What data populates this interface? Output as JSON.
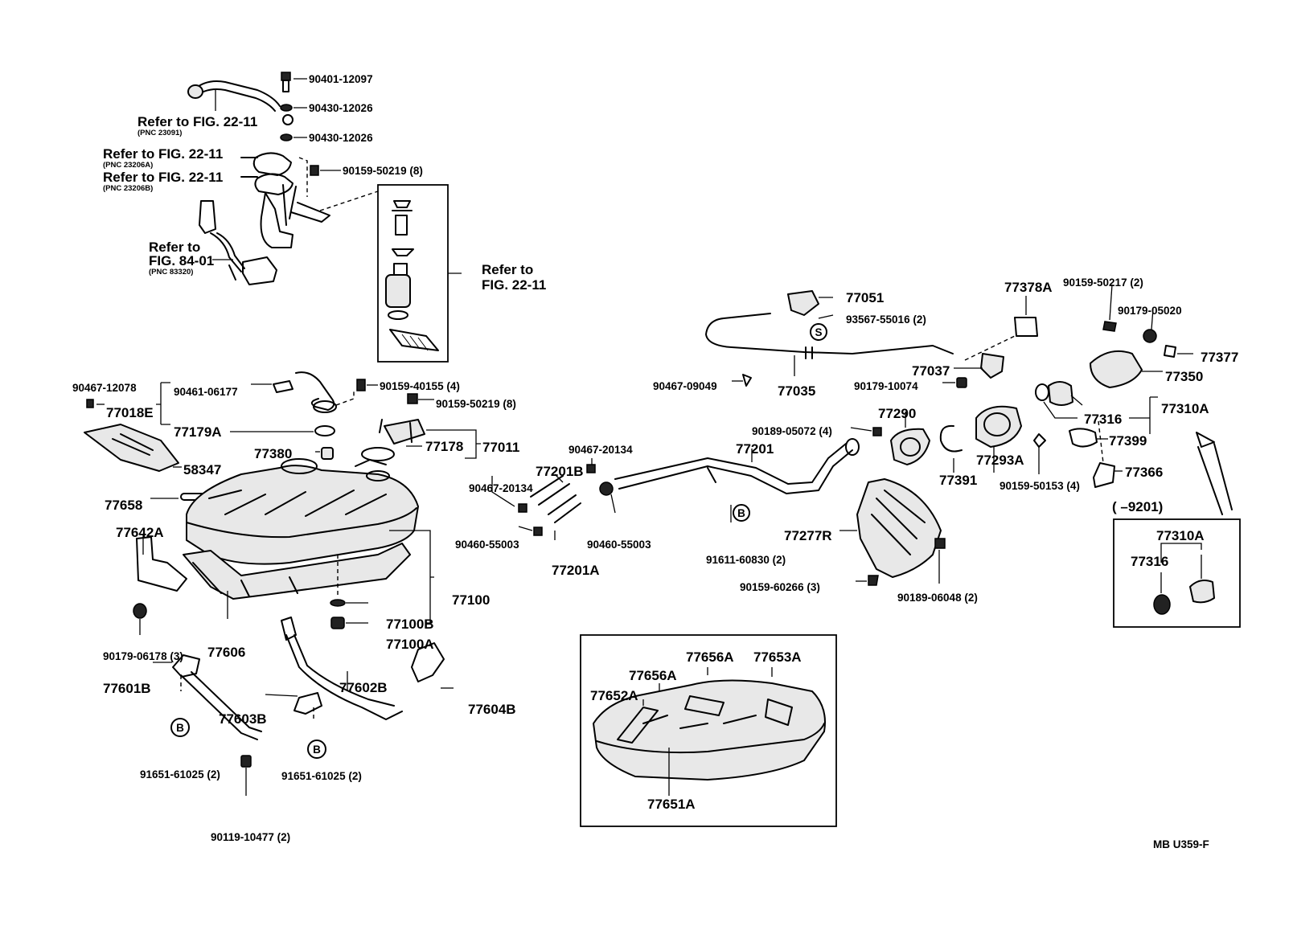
{
  "labels": {
    "p90401_12097": "90401-12097",
    "p90430_12026_a": "90430-12026",
    "p90430_12026_b": "90430-12026",
    "ref_fig_22_11_a": "Refer  to  FIG. 22-11",
    "pnc_23091": "(PNC  23091)",
    "ref_fig_22_11_b": "Refer  to  FIG. 22-11",
    "pnc_23206a": "(PNC  23206A)",
    "ref_fig_22_11_c": "Refer  to  FIG. 22-11",
    "pnc_23206b": "(PNC  23206B)",
    "p90159_50219_8_a": "90159-50219 (8)",
    "refer_to_1": "Refer  to",
    "fig_84_01": "FIG. 84-01",
    "pnc_83320": "(PNC  83320)",
    "refer_to_2": "Refer  to",
    "fig_22_11": "FIG. 22-11",
    "p90467_12078": "90467-12078",
    "p90461_06177": "90461-06177",
    "p90159_40155_4": "90159-40155 (4)",
    "p77018E": "77018E",
    "p90159_50219_8_b": "90159-50219 (8)",
    "p77179A": "77179A",
    "p77380": "77380",
    "p77178": "77178",
    "p77011": "77011",
    "p58347": "58347",
    "p77658": "77658",
    "p77642A": "77642A",
    "p77100": "77100",
    "p77100B": "77100B",
    "p77100A": "77100A",
    "p90179_06178_3": "90179-06178 (3)",
    "p77606": "77606",
    "p77601B": "77601B",
    "p77602B": "77602B",
    "p77603B": "77603B",
    "p77604B": "77604B",
    "p91651_61025_2_a": "91651-61025 (2)",
    "p91651_61025_2_b": "91651-61025 (2)",
    "p90119_10477_2": "90119-10477 (2)",
    "p90467_20134_a": "90467-20134",
    "p77201B": "77201B",
    "p90467_20134_b": "90467-20134",
    "p90460_55003_a": "90460-55003",
    "p90460_55003_b": "90460-55003",
    "p77201A": "77201A",
    "p77051": "77051",
    "p93567_55016_2": "93567-55016 (2)",
    "p90467_09049": "90467-09049",
    "p77035": "77035",
    "p77037": "77037",
    "p90179_10074": "90179-10074",
    "p77378A": "77378A",
    "p90159_50217_2": "90159-50217 (2)",
    "p90179_05020": "90179-05020",
    "p77377": "77377",
    "p77350": "77350",
    "p77316_a": "77316",
    "p77310A_a": "77310A",
    "p77290": "77290",
    "p90189_05072_4": "90189-05072 (4)",
    "p77201": "77201",
    "p77399": "77399",
    "p77293A": "77293A",
    "p77391": "77391",
    "p90159_50153_4": "90159-50153 (4)",
    "p77366": "77366",
    "p77277R": "77277R",
    "p91611_60830_2": "91611-60830 (2)",
    "p90159_60266_3": "90159-60266 (3)",
    "p90189_06048_2": "90189-06048 (2)",
    "range_9201": "(        –9201)",
    "p77310A_b": "77310A",
    "p77316_b": "77316",
    "p77656A_a": "77656A",
    "p77653A": "77653A",
    "p77656A_b": "77656A",
    "p77652A": "77652A",
    "p77651A": "77651A",
    "code": "MB  U359-F",
    "callout_s": "S",
    "callout_b1": "B",
    "callout_b2": "B",
    "callout_b3": "B"
  }
}
